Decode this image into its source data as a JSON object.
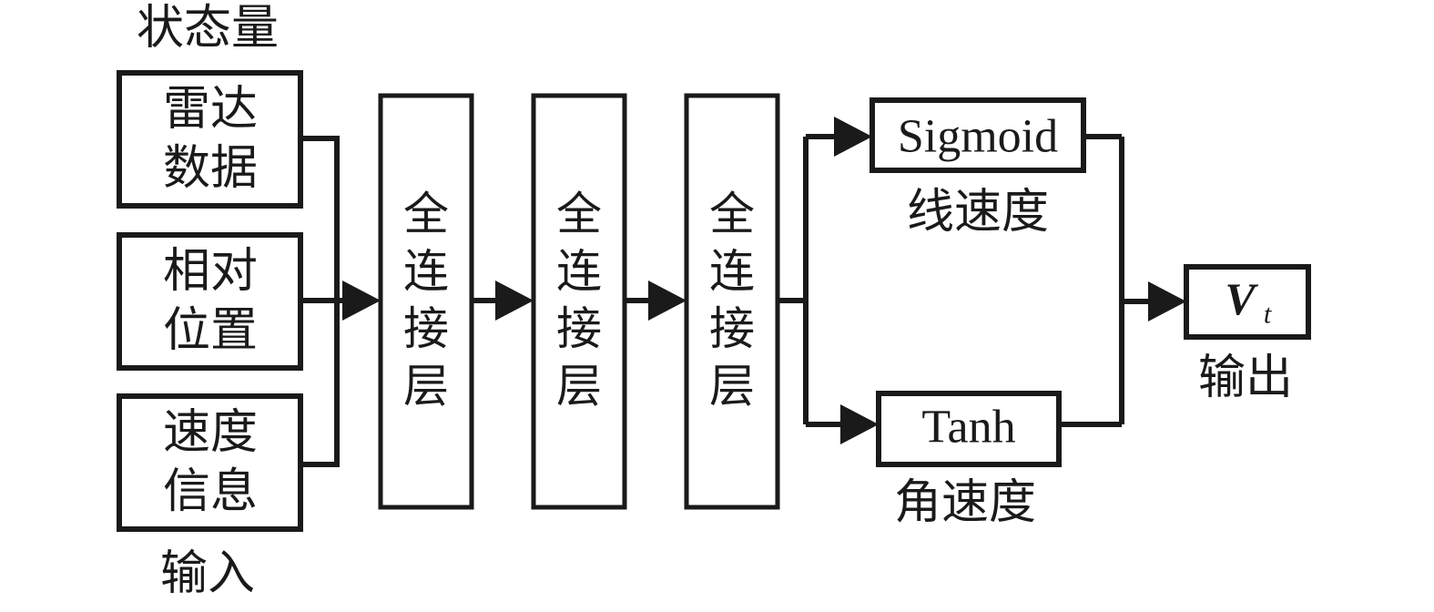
{
  "diagram": {
    "type": "block-diagram",
    "title_label": "状态量",
    "background_color": "#ffffff",
    "line_color": "#1a1a1a",
    "input_section": {
      "header_label": "状态量",
      "footer_label": "输入",
      "boxes": [
        {
          "id": "radar-data",
          "line1": "雷达",
          "line2": "数据"
        },
        {
          "id": "relative-position",
          "line1": "相对",
          "line2": "位置"
        },
        {
          "id": "velocity-info",
          "line1": "速度",
          "line2": "信息"
        }
      ]
    },
    "hidden_layers": [
      {
        "id": "fc-layer-1",
        "chars": [
          "全",
          "连",
          "接",
          "层"
        ],
        "label": "全连接层"
      },
      {
        "id": "fc-layer-2",
        "chars": [
          "全",
          "连",
          "接",
          "层"
        ],
        "label": "全连接层"
      },
      {
        "id": "fc-layer-3",
        "chars": [
          "全",
          "连",
          "接",
          "层"
        ],
        "label": "全连接层"
      }
    ],
    "activation_branches": [
      {
        "id": "sigmoid-branch",
        "box_label": "Sigmoid",
        "caption": "线速度"
      },
      {
        "id": "tanh-branch",
        "box_label": "Tanh",
        "caption": "角速度"
      }
    ],
    "output_section": {
      "symbol": "V",
      "subscript": "t",
      "caption": "输出"
    }
  }
}
